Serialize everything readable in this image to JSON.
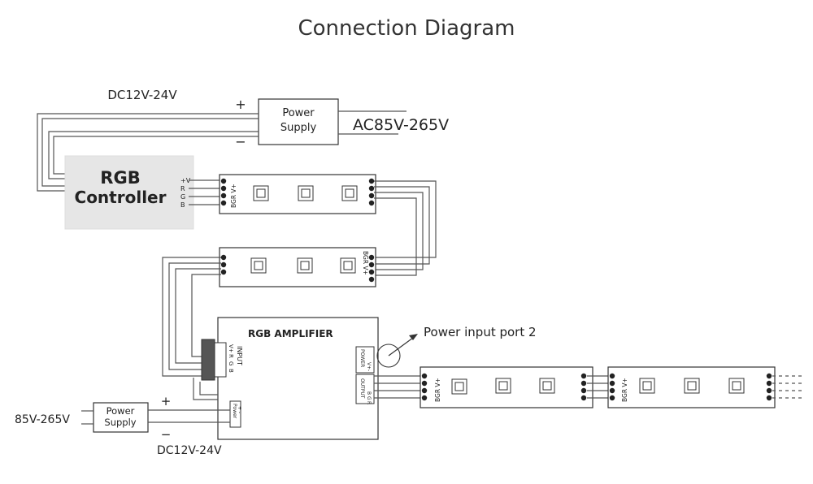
{
  "title": "Connection Diagram",
  "top_supply": {
    "label_line1": "Power",
    "label_line2": "Supply",
    "plus": "+",
    "minus": "−",
    "dc_label": "DC12V-24V",
    "ac_label": "AC85V-265V"
  },
  "controller": {
    "line1": "RGB",
    "line2": "Controller",
    "pins": [
      "+V",
      "R",
      "G",
      "B"
    ]
  },
  "strip_pins": "BGR V+",
  "amplifier": {
    "title": "RGB AMPLIFIER",
    "input_label": "INPUT",
    "input_pins": [
      "V+",
      "R",
      "G",
      "B"
    ],
    "power_label": "POWER",
    "power_pins": [
      "V+",
      "-"
    ],
    "output_label": "OUTPUT",
    "output_pins": [
      "B",
      "G",
      "R",
      "V+"
    ],
    "bottom_power_label": "Power",
    "bottom_power_pins": "+ -",
    "port_callout": "Power input port 2"
  },
  "bottom_supply": {
    "label_line1": "Power",
    "label_line2": "Supply",
    "plus": "+",
    "minus": "−",
    "ac_label": "85V-265V",
    "dc_label": "DC12V-24V"
  }
}
